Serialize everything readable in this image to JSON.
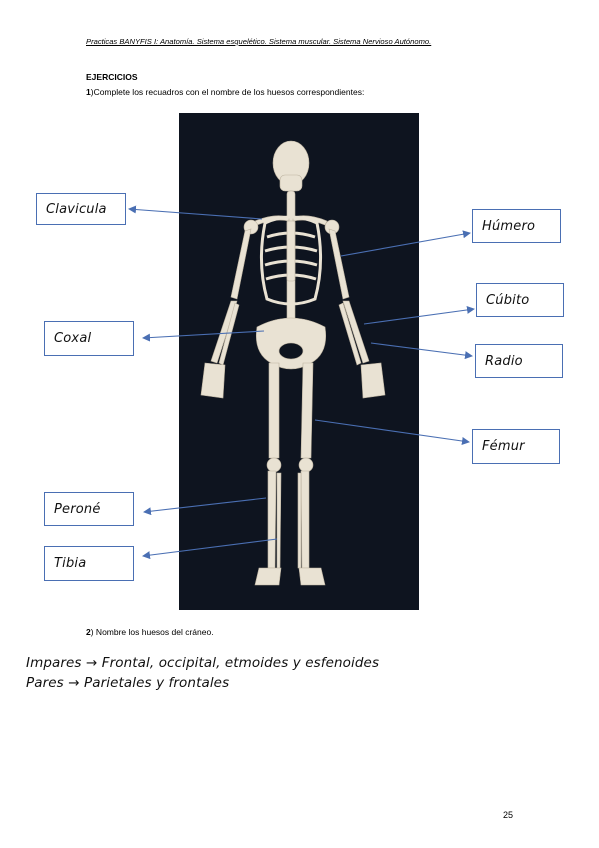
{
  "header": "Practicas BANYFIS I: Anatomía. Sistema esquelético. Sistema muscular. Sistema Nervioso Autónomo.",
  "section_title": "EJERCICIOS",
  "question1": {
    "number": "1",
    "text": ")Complete los recuadros con el nombre de los huesos correspondientes:"
  },
  "labels": {
    "clavicula": "Clavicula",
    "humero": "Húmero",
    "cubito": "Cúbito",
    "coxal": "Coxal",
    "radio": "Radio",
    "femur": "Fémur",
    "perone": "Peroné",
    "tibia": "Tibia"
  },
  "question2": {
    "number": "2",
    "text": ") Nombre los huesos del cráneo."
  },
  "answer2": {
    "impares": "Impares → Frontal, occipital, etmoides y esfenoides",
    "pares": "Pares → Parietales y frontales"
  },
  "page_number": "25",
  "colors": {
    "box_border": "#4a6fb3",
    "arrow": "#4a6fb3",
    "figure_bg": "#0e141f",
    "bone": "#e9e2d3"
  }
}
